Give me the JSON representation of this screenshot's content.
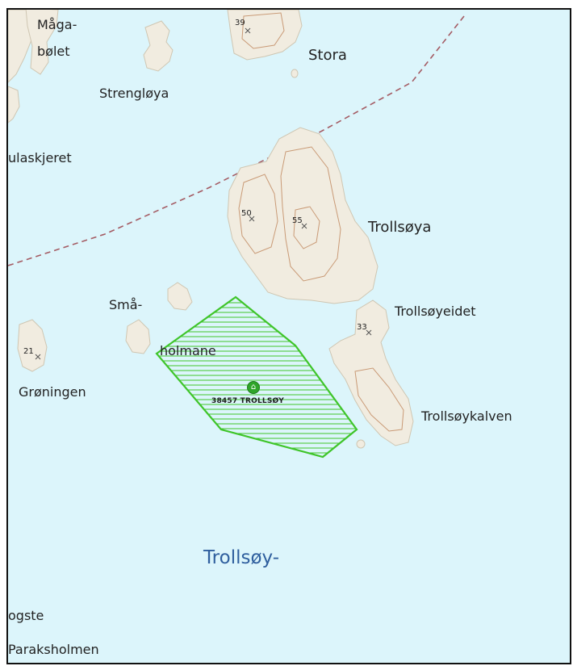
{
  "caption": {
    "text": ""
  },
  "colors": {
    "water": "#dcf5fb",
    "land": "#f1ece0",
    "land_edge": "#cfc6b2",
    "contour": "#c99a76",
    "boundary": "#a45b63",
    "protected_area": "#3fc52a",
    "water_label": "#2f5f9e"
  },
  "labels": {
    "maga": "Måga-",
    "bolet": "bølet",
    "strengloya": "Strengløya",
    "stora": "Stora",
    "ulaskjeret": "ulaskjeret",
    "trollsoya": "Trollsøya",
    "sma": "Små-",
    "holmane": "holmane",
    "trollsoyeidet": "Trollsøyeidet",
    "groningen": "Grøningen",
    "trollsoykalven": "Trollsøykalven",
    "trollsoy_water": "Trollsøy-",
    "ogste": "ogste",
    "paraksholmen": "Paraksholmen"
  },
  "heights": {
    "h39": "39",
    "h50": "50",
    "h55": "55",
    "h33": "33",
    "h21": "21"
  },
  "protected_site": {
    "label": "38457 TROLLSØY",
    "icon": "site-marker-icon"
  }
}
